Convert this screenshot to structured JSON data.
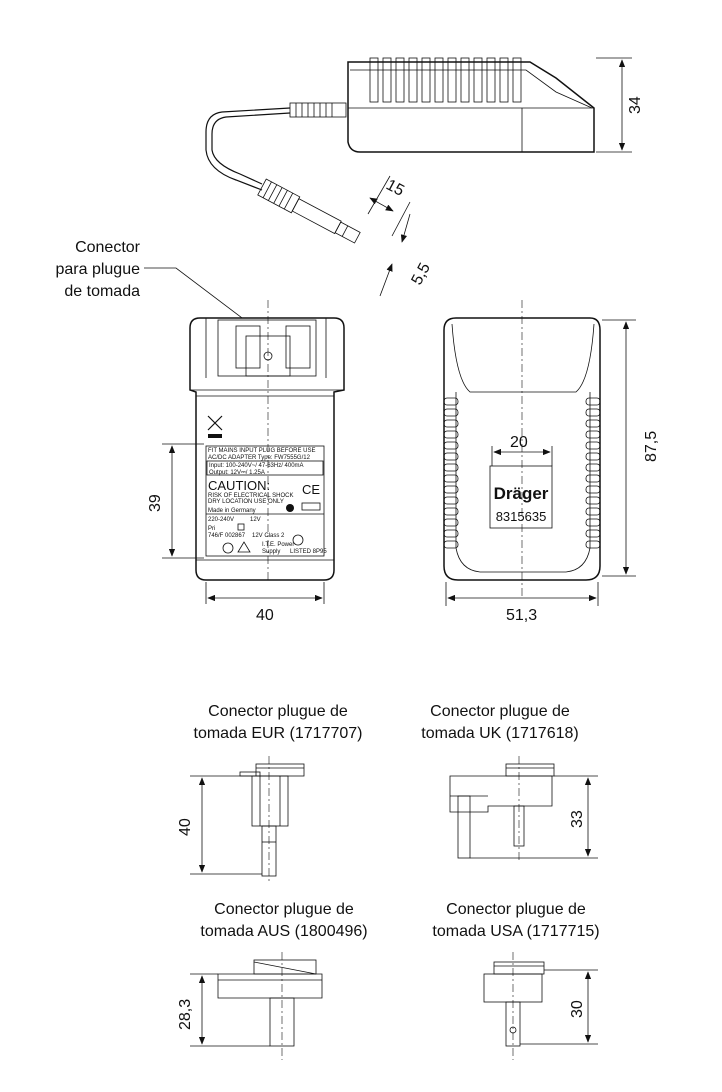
{
  "callout": {
    "line1": "Conector",
    "line2": "para plugue",
    "line3": "de tomada"
  },
  "dims": {
    "top_height": "34",
    "plug_len": "15",
    "plug_dia": "5,5",
    "front_height": "39",
    "front_width": "40",
    "back_height": "87,5",
    "back_width": "51,3",
    "label_width": "20",
    "eur": "40",
    "uk": "33",
    "aus": "28,3",
    "usa": "30"
  },
  "back_label": {
    "brand": "Dräger",
    "part_no": "8315635"
  },
  "rating_label": {
    "line1": "FIT MAINS INPUT PLUG BEFORE USE",
    "line2": "AC/DC ADAPTER   Type: FW7555G/12",
    "line3": "Input: 100-240V~/ 47-63Hz/ 400mA",
    "line4": "Output: 12V⎓/ 1.25A",
    "caution": "CAUTION:",
    "c1": "RISK OF ELECTRICAL SHOCK",
    "c2": "DRY LOCATION USE ONLY",
    "made": "Made in Germany",
    "ce": "CE",
    "v1": "220-240V",
    "v2": "12V",
    "pri": "Pri",
    "code": "746/F 002867",
    "class": "12V Class 2",
    "ite": "I.T.E. Power",
    "supply": "Supply",
    "listed": "LISTED  8P95"
  },
  "plugs": {
    "eur_l1": "Conector plugue de",
    "eur_l2": "tomada EUR (1717707)",
    "uk_l1": "Conector plugue de",
    "uk_l2": "tomada UK (1717618)",
    "aus_l1": "Conector plugue de",
    "aus_l2": "tomada AUS (1800496)",
    "usa_l1": "Conector plugue de",
    "usa_l2": "tomada USA (1717715)"
  }
}
